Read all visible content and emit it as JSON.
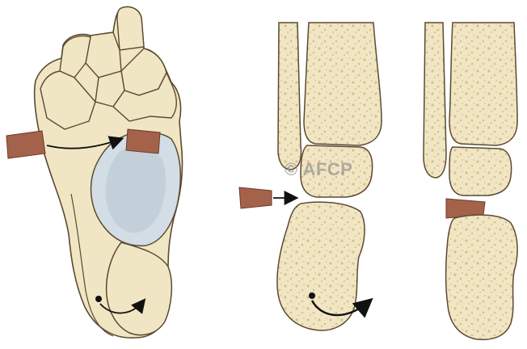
{
  "watermark": {
    "text": "© AFCP"
  },
  "colors": {
    "bone_fill": "#f1e6c4",
    "bone_stroke": "#5a4a32",
    "cartilage": "#d3dde5",
    "graft": "#a5624a",
    "arrow": "#111111",
    "cancellous_dots": "#d8bf8a"
  },
  "panels": [
    {
      "name": "foot-dorsal-view",
      "icons": [
        "foot-bones",
        "bone-graft-wedge",
        "insertion-arrow",
        "rotation-arrow"
      ]
    },
    {
      "name": "ankle-before-graft",
      "icons": [
        "tibia",
        "fibula",
        "talus",
        "calcaneus",
        "bone-graft-wedge",
        "insertion-arrow",
        "rotation-arrow"
      ]
    },
    {
      "name": "ankle-after-graft",
      "icons": [
        "tibia",
        "fibula",
        "talus",
        "calcaneus",
        "bone-graft-wedge"
      ]
    }
  ]
}
